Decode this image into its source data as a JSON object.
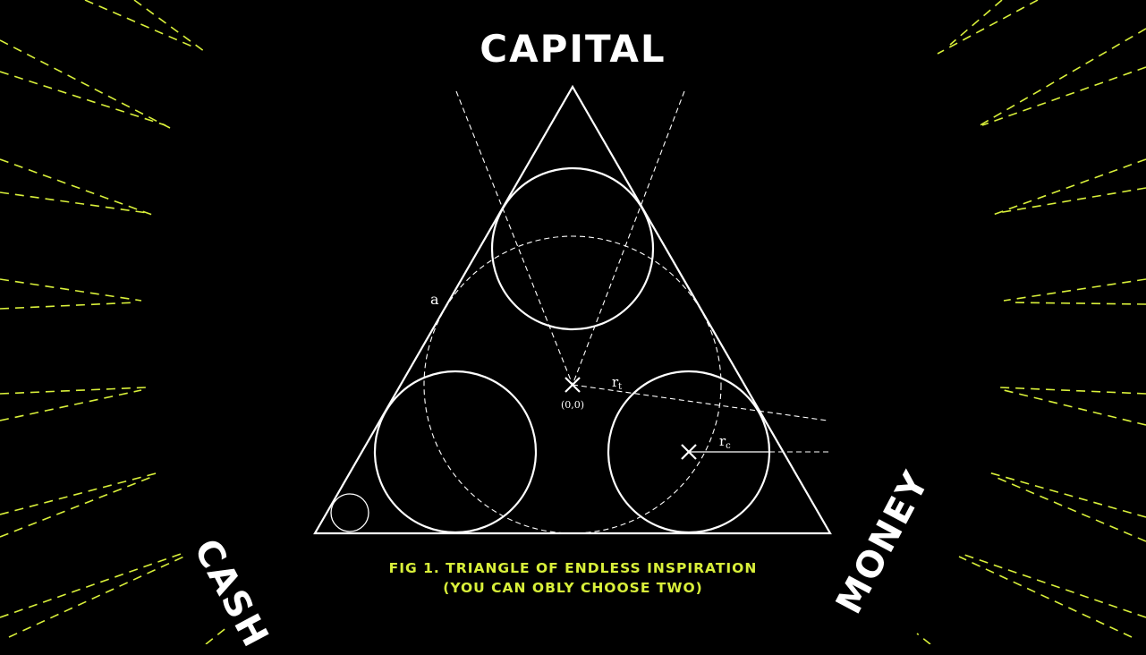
{
  "labels": {
    "top": "CAPITAL",
    "left": "CASH",
    "right": "MONEY"
  },
  "annotations": {
    "side": "a",
    "origin": "(0,0)",
    "rt_main": "r",
    "rt_sub": "t",
    "rc_main": "r",
    "rc_sub": "c"
  },
  "caption": {
    "line1": "FIG 1. TRIANGLE OF ENDLESS INSPIRATION",
    "line2": "(YOU CAN OBLY CHOOSE TWO)"
  },
  "colors": {
    "background": "#000000",
    "line": "#ffffff",
    "accent": "#d9f03a"
  }
}
